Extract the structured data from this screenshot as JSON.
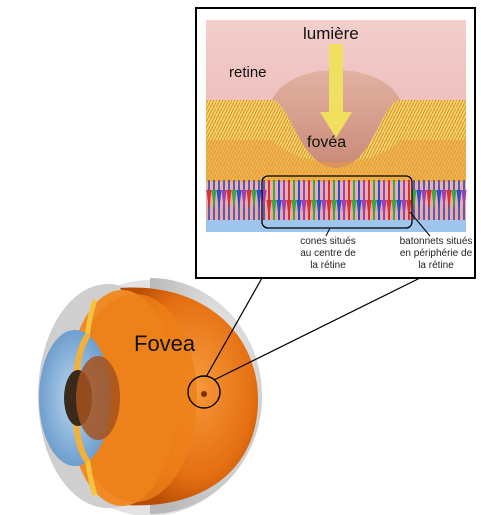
{
  "inset": {
    "light_label": "lumière",
    "retina_label": "retine",
    "fovea_label": "fovéa",
    "cones_caption": [
      "cones situés",
      "au centre de",
      "la rétine"
    ],
    "rods_caption": [
      "batonnets situés",
      "en périphérie de",
      "la rétine"
    ]
  },
  "eye": {
    "fovea_label": "Fovea"
  },
  "colors": {
    "retina_pink": "#eec3c0",
    "fovea_pit": "#d8a493",
    "arrow": "#f0e060",
    "inset_frame": "#000000",
    "photoreceptor_colors": [
      "#d83030",
      "#3fa43f",
      "#2b4fc8",
      "#9c3fb8"
    ],
    "eye_orange": "#e77b1c",
    "iris_blue": "#5a8fc8"
  }
}
